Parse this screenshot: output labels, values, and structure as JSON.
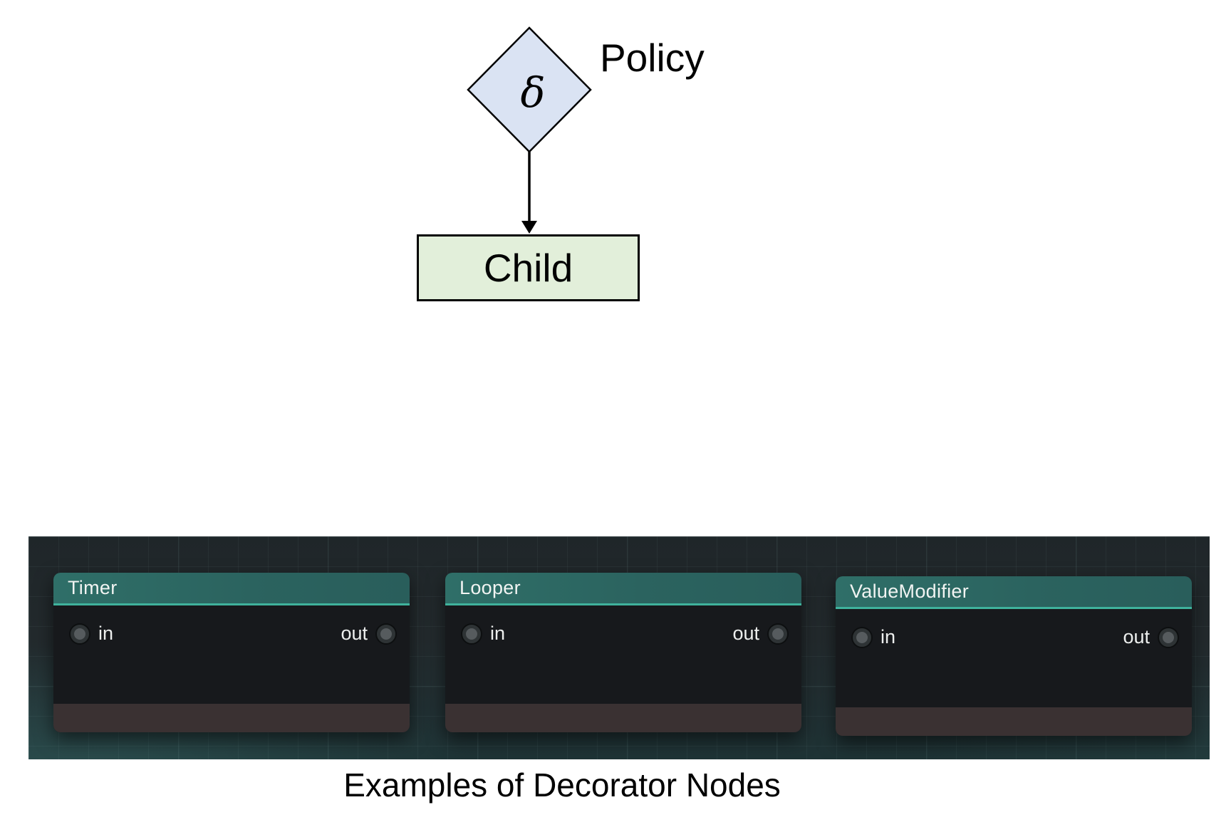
{
  "figure": {
    "policy_diamond_symbol": "δ",
    "policy_label": "Policy",
    "child_label": "Child"
  },
  "editor_panel": {
    "nodes": [
      {
        "title": "Timer",
        "ports": {
          "in": "in",
          "out": "out"
        }
      },
      {
        "title": "Looper",
        "ports": {
          "in": "in",
          "out": "out"
        }
      },
      {
        "title": "ValueModifier",
        "ports": {
          "in": "in",
          "out": "out"
        }
      }
    ]
  },
  "caption": "Examples of Decorator Nodes",
  "colors": {
    "diamond_fill": "#dae3f3",
    "child_fill": "#e2efda",
    "panel_bg": "#232a2d",
    "node_body": "#17191c",
    "node_header": "#2d6a64",
    "header_accent": "#3fb29c",
    "node_footer": "#3a3132",
    "port_label": "#edefee"
  }
}
